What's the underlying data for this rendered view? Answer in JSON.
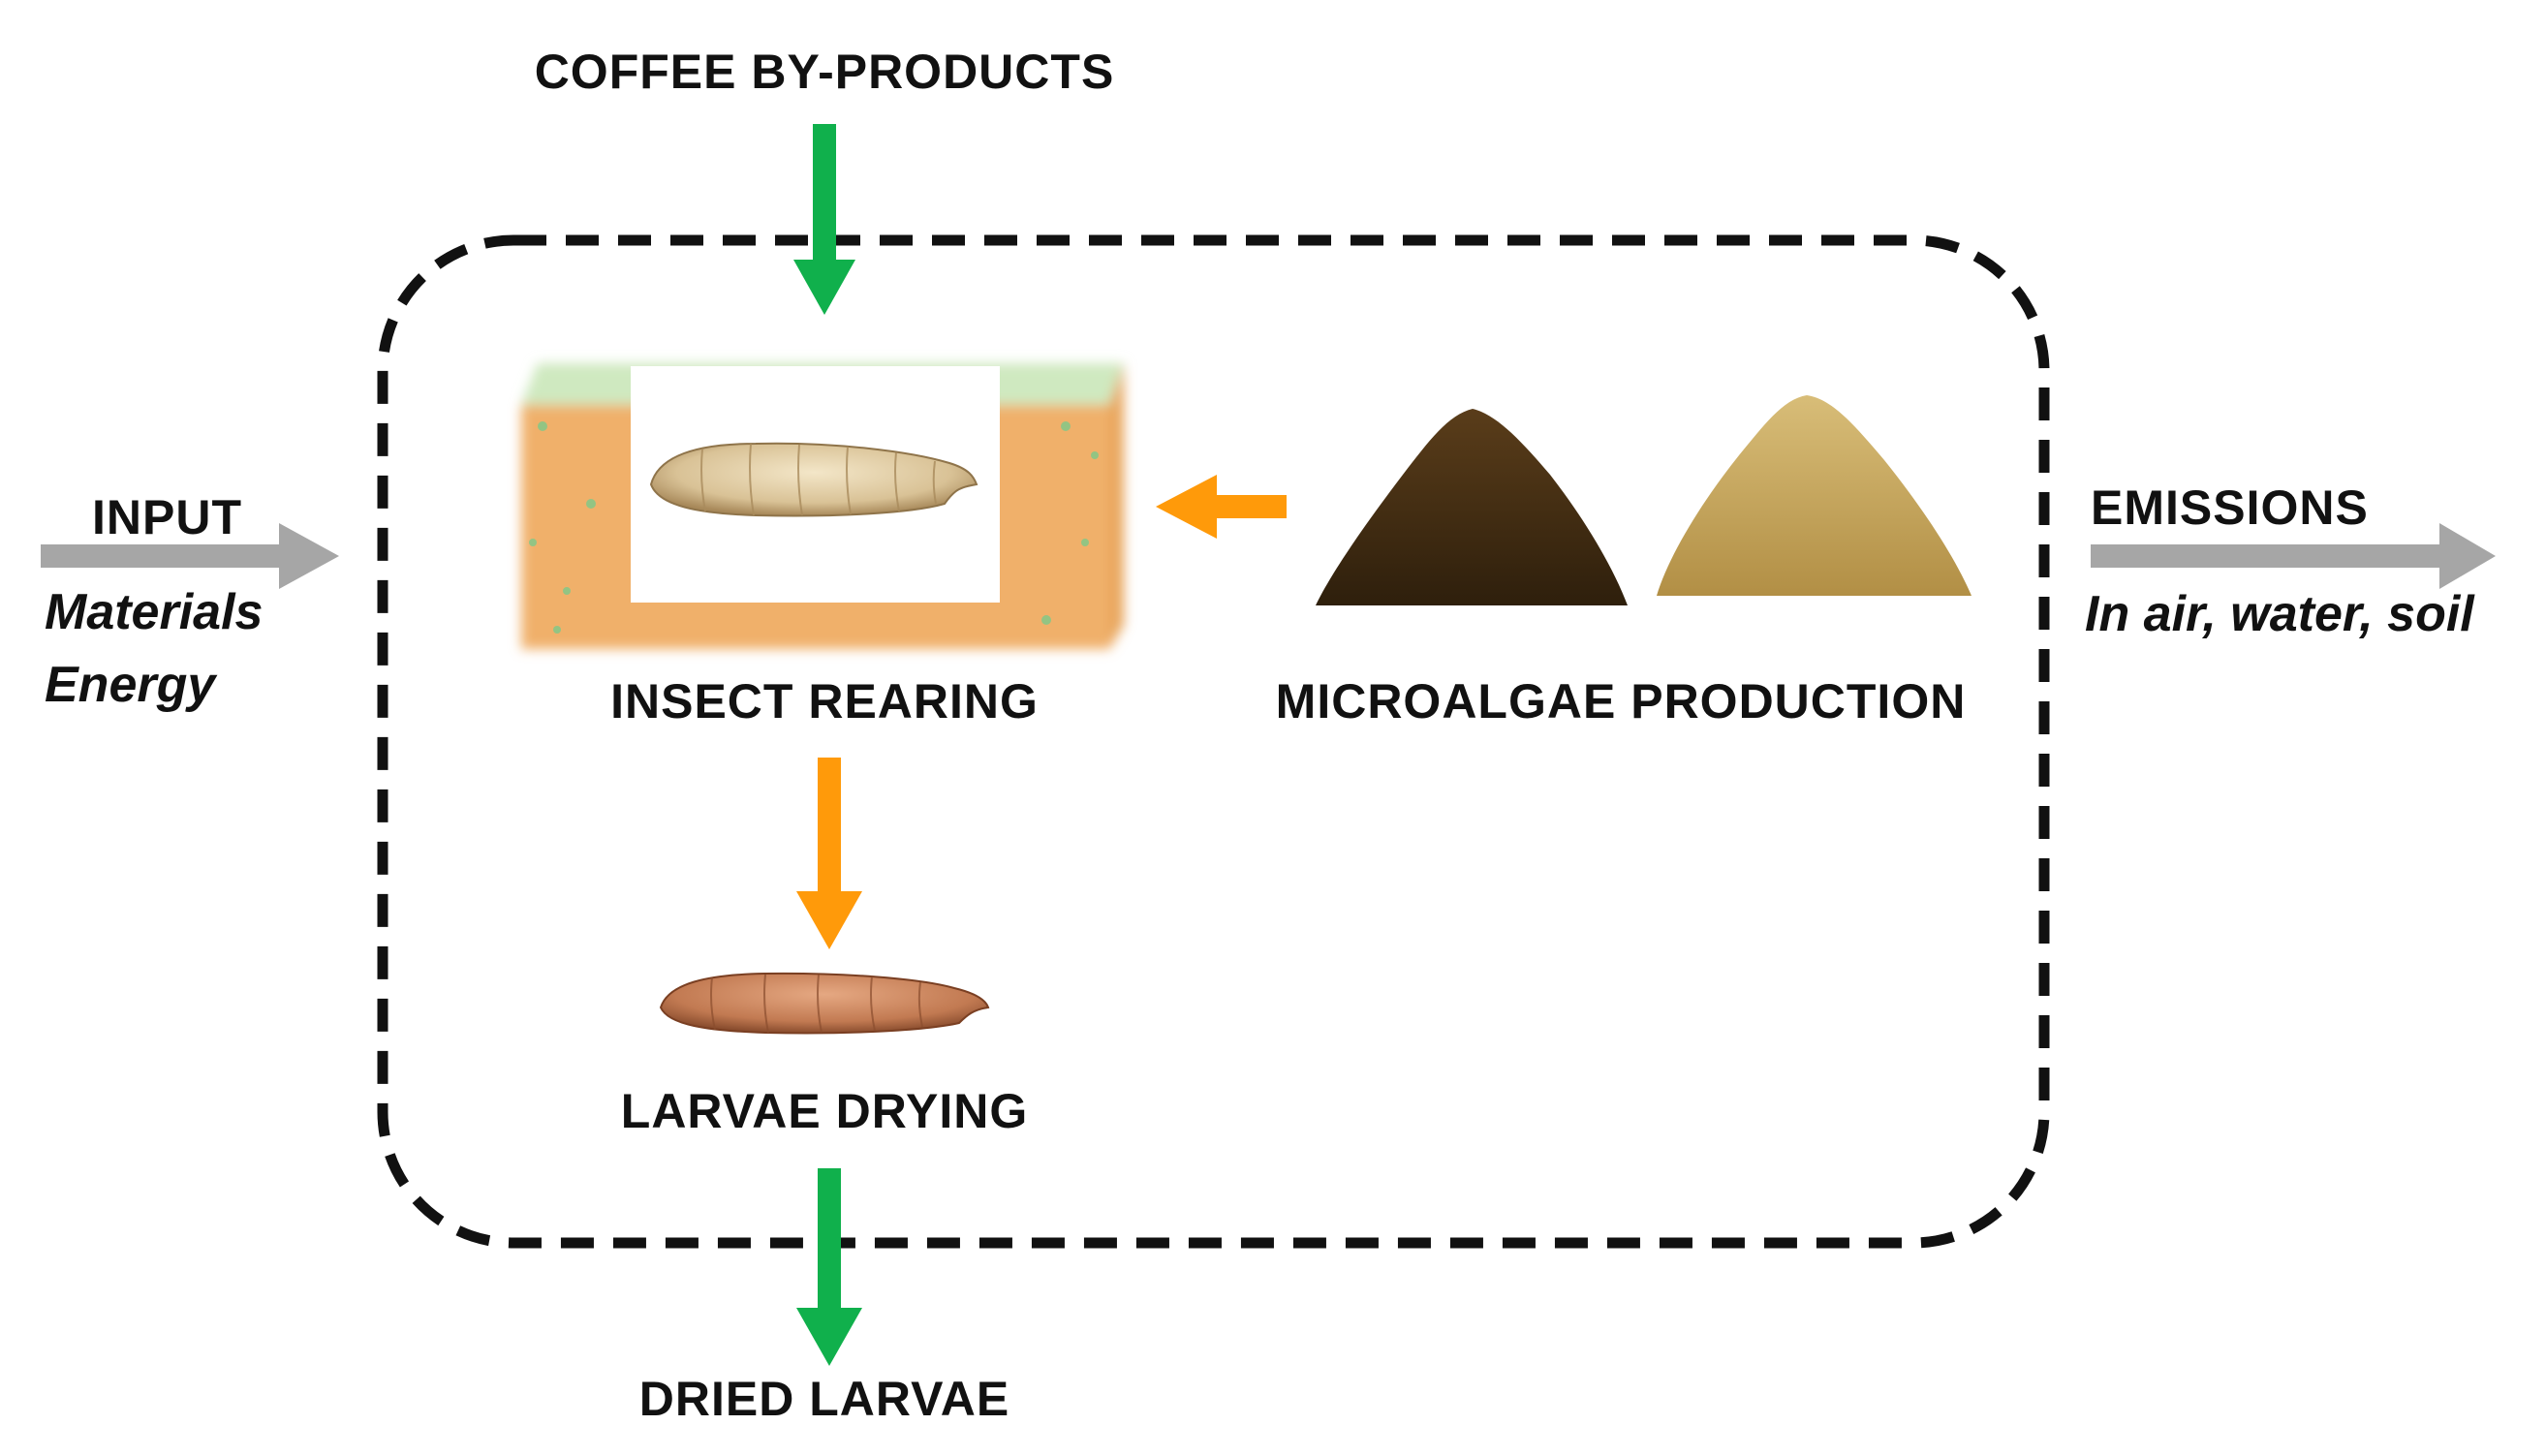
{
  "colors": {
    "flow_green": "#10b04c",
    "flow_orange": "#ff9a0a",
    "io_gray": "#a6a6a6",
    "boundary": "#111111",
    "rearing_box": "#f0b06a",
    "larva_pale": "#ddc9a0",
    "larva_dried": "#c9865e",
    "algae_dark": "#4a3214",
    "algae_light": "#c9a85d"
  },
  "labels": {
    "coffee": "COFFEE BY-PRODUCTS",
    "input": "INPUT",
    "materials": "Materials",
    "energy": "Energy",
    "emissions": "EMISSIONS",
    "emissions_media": "In air, water, soil",
    "insect_rearing": "INSECT REARING",
    "microalgae": "MICROALGAE PRODUCTION",
    "larvae_drying": "LARVAE DRYING",
    "dried_larvae": "DRIED LARVAE"
  },
  "icons": {
    "rearing": "larva-in-rearing-box-icon",
    "dried": "dried-larva-icon",
    "algae_dark": "dark-microalgae-pile-icon",
    "algae_light": "light-microalgae-pile-icon"
  }
}
